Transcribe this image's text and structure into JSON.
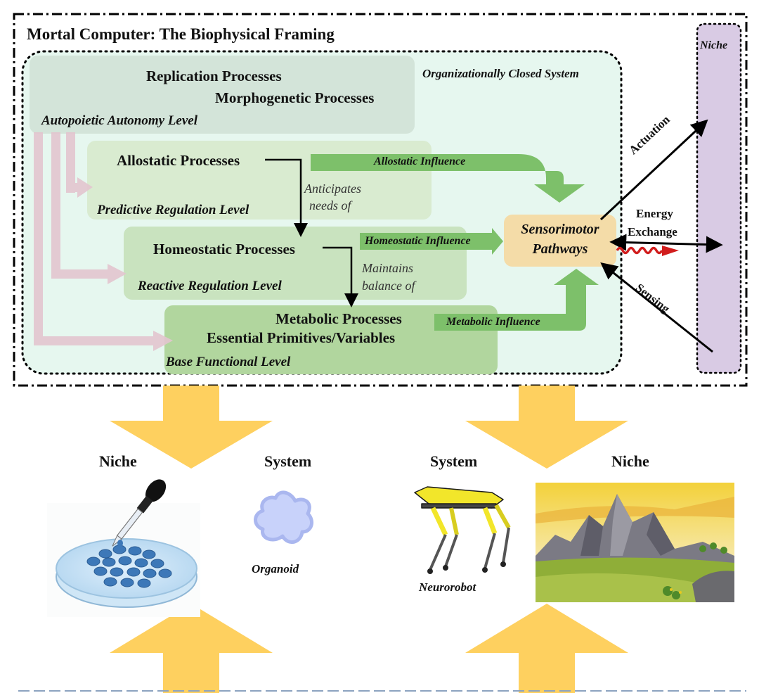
{
  "title": "Mortal Computer: The Biophysical Framing",
  "system_label": "Organizationally Closed System",
  "niche_label": "Niche",
  "levels": {
    "autopoietic": {
      "processes": [
        "Replication Processes",
        "Morphogenetic Processes"
      ],
      "level": "Autopoietic Autonomy Level"
    },
    "predictive": {
      "processes": "Allostatic Processes",
      "level": "Predictive Regulation Level",
      "influence": "Allostatic Influence"
    },
    "reactive": {
      "processes": "Homeostatic Processes",
      "level": "Reactive Regulation Level",
      "influence": "Homeostatic Influence"
    },
    "base": {
      "processes": [
        "Metabolic Processes",
        "Essential Primitives/Variables"
      ],
      "level": "Base Functional Level",
      "influence": "Metabolic Influence"
    }
  },
  "relations": {
    "anticipates": [
      "Anticipates",
      "needs of"
    ],
    "maintains": [
      "Maintains",
      "balance of"
    ]
  },
  "sensorimotor": [
    "Sensorimotor",
    "Pathways"
  ],
  "links": {
    "actuation": "Actuation",
    "energy": [
      "Energy",
      "Exchange"
    ],
    "sensing": "Sensing"
  },
  "examples": {
    "left": {
      "niche": "Niche",
      "system": "System",
      "system_caption": "Organoid"
    },
    "right": {
      "system": "System",
      "niche": "Niche",
      "system_caption": "Neurorobot"
    }
  },
  "colors": {
    "system_bg": "#e6f7ef",
    "autopoietic_box": "#d3e4d9",
    "predictive_box": "#d9ebd0",
    "reactive_box": "#c9e3bf",
    "base_box": "#b1d69e",
    "influence_arrow": "#7dc06a",
    "sensorimotor_box": "#f4dca8",
    "niche_box": "#d9cbe4",
    "pink_arrow": "#e3c6cf",
    "yellow_arrow": "#fed05f",
    "energy_wave": "#d11d1d"
  }
}
